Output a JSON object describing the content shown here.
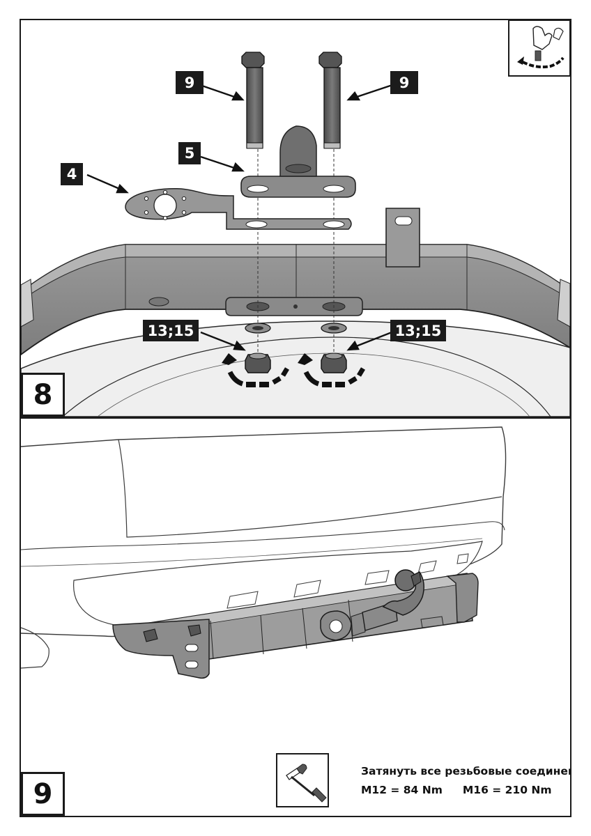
{
  "steps": {
    "step8": {
      "number": "8"
    },
    "step9": {
      "number": "9"
    }
  },
  "callouts": {
    "bolt_left": "9",
    "bolt_right": "9",
    "ball_mount": "5",
    "socket_plate": "4",
    "nut_left": "13;15",
    "nut_right": "13;15"
  },
  "torque_note": {
    "title": "Затянуть все резьбовые соединения",
    "m12": "M12 = 84 Nm",
    "m16": "M16 = 210 Nm"
  },
  "colors": {
    "metal": "#8f8f8f",
    "metal_dark": "#5e5e5e",
    "bumper_fill": "#ededed",
    "ink": "#1a1a1a",
    "label_bg": "#1b1b1b"
  },
  "icons": {
    "hand_tighten": "hand-tighten-icon",
    "torque_wrench": "torque-wrench-icon"
  }
}
